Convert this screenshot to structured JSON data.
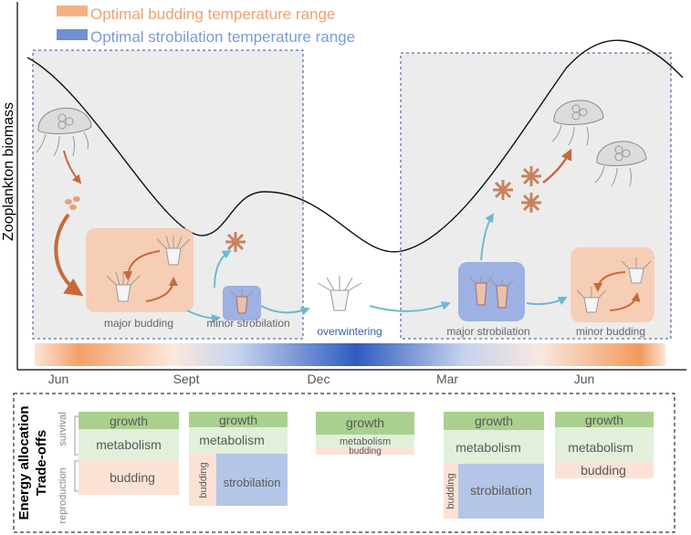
{
  "legend": {
    "budding_range": "Optimal budding temperature range",
    "strobilation_range": "Optimal strobilation temperature range",
    "budding_color": "#f5b183",
    "strobilation_color": "#6f8fd6"
  },
  "y_axis_label": "Zooplankton biomass",
  "months": [
    "Jun",
    "Sept",
    "Dec",
    "Mar",
    "Jun"
  ],
  "stages": {
    "major_budding": "major budding",
    "minor_strobilation": "minor strobilation",
    "overwintering": "overwintering",
    "major_strobilation": "major strobilation",
    "minor_budding": "minor budding"
  },
  "energy": {
    "title_line1": "Energy allocation",
    "title_line2": "Trade-offs",
    "survival_label": "survival",
    "reproduction_label": "reproduction",
    "growth": "growth",
    "metabolism": "metabolism",
    "budding": "budding",
    "strobilation": "strobilation",
    "colors": {
      "growth": "#a9d08e",
      "metabolism": "#e2efda",
      "budding": "#fbe2d5",
      "strobilation": "#b4c6e7"
    }
  }
}
